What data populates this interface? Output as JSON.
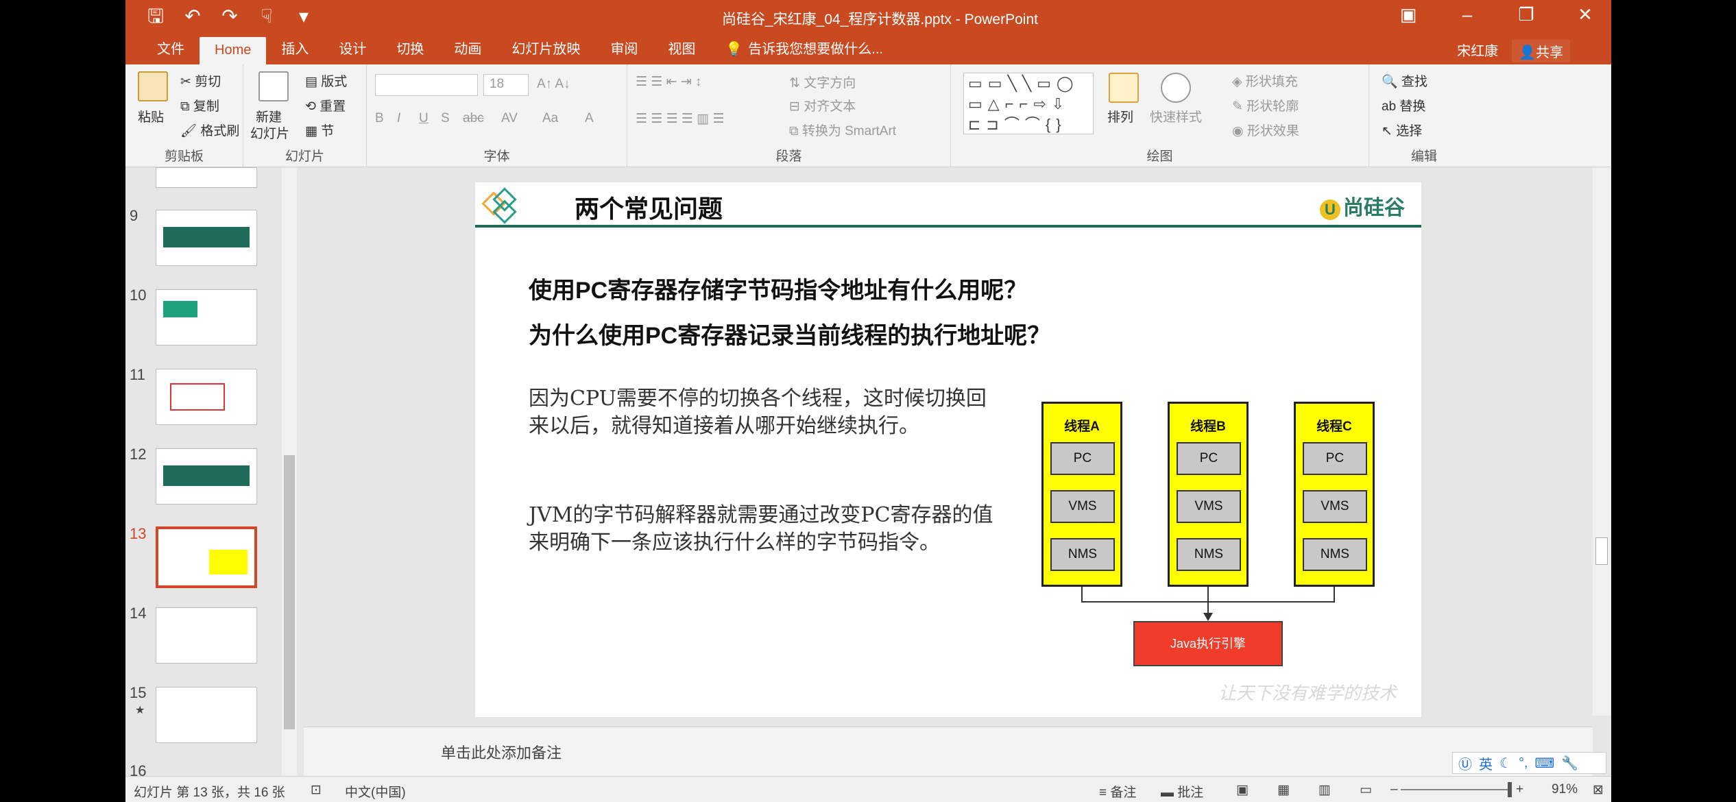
{
  "title_bar": {
    "doc_title": "尚硅谷_宋红康_04_程序计数器.pptx - PowerPoint"
  },
  "tabs": [
    "文件",
    "Home",
    "插入",
    "设计",
    "切换",
    "动画",
    "幻灯片放映",
    "审阅",
    "视图"
  ],
  "tell_me": "告诉我您想要做什么...",
  "user": {
    "name": "宋红康",
    "share": "共享"
  },
  "ribbon": {
    "clipboard": {
      "label": "剪贴板",
      "paste": "粘贴",
      "cut": "剪切",
      "copy": "复制",
      "format_painter": "格式刷"
    },
    "slides": {
      "label": "幻灯片",
      "new_slide": "新建",
      "new_slide_2": "幻灯片",
      "layout": "版式",
      "reset": "重置",
      "section": "节"
    },
    "font": {
      "label": "字体",
      "font_size": "18",
      "bold": "B",
      "italic": "I",
      "underline": "U",
      "strike": "S",
      "abc": "abc",
      "av": "AV",
      "aa": "Aa",
      "a": "A"
    },
    "paragraph": {
      "label": "段落",
      "text_direction": "文字方向",
      "align_text": "对齐文本",
      "convert_smartart": "转换为 SmartArt"
    },
    "drawing": {
      "label": "绘图",
      "arrange": "排列",
      "quick_styles": "快速样式",
      "shape_fill": "形状填充",
      "shape_outline": "形状轮廓",
      "shape_effects": "形状效果"
    },
    "editing": {
      "label": "编辑",
      "find": "查找",
      "replace": "替换",
      "select": "选择"
    }
  },
  "thumbnails": [
    {
      "num": "9"
    },
    {
      "num": "10"
    },
    {
      "num": "11"
    },
    {
      "num": "12"
    },
    {
      "num": "13"
    },
    {
      "num": "14"
    },
    {
      "num": "15",
      "star": "★"
    },
    {
      "num": "16"
    }
  ],
  "slide": {
    "title": "两个常见问题",
    "logo": "尚硅谷",
    "q1": "使用PC寄存器存储字节码指令地址有什么用呢？",
    "q2": "为什么使用PC寄存器记录当前线程的执行地址呢？",
    "p1": "因为CPU需要不停的切换各个线程，这时候切换回来以后，就得知道接着从哪开始继续执行。",
    "p2": "JVM的字节码解释器就需要通过改变PC寄存器的值来明确下一条应该执行什么样的字节码指令。",
    "threads": [
      {
        "name": "线程A",
        "regs": [
          "PC",
          "VMS",
          "NMS"
        ]
      },
      {
        "name": "线程B",
        "regs": [
          "PC",
          "VMS",
          "NMS"
        ]
      },
      {
        "name": "线程C",
        "regs": [
          "PC",
          "VMS",
          "NMS"
        ]
      }
    ],
    "engine": "Java执行引擎",
    "watermark": "让天下没有难学的技术"
  },
  "notes_placeholder": "单击此处添加备注",
  "status": {
    "slide_info": "幻灯片 第 13 张，共 16 张",
    "language": "中文(中国)",
    "notes": "备注",
    "comments": "批注",
    "zoom": "91%"
  },
  "ime": "英"
}
